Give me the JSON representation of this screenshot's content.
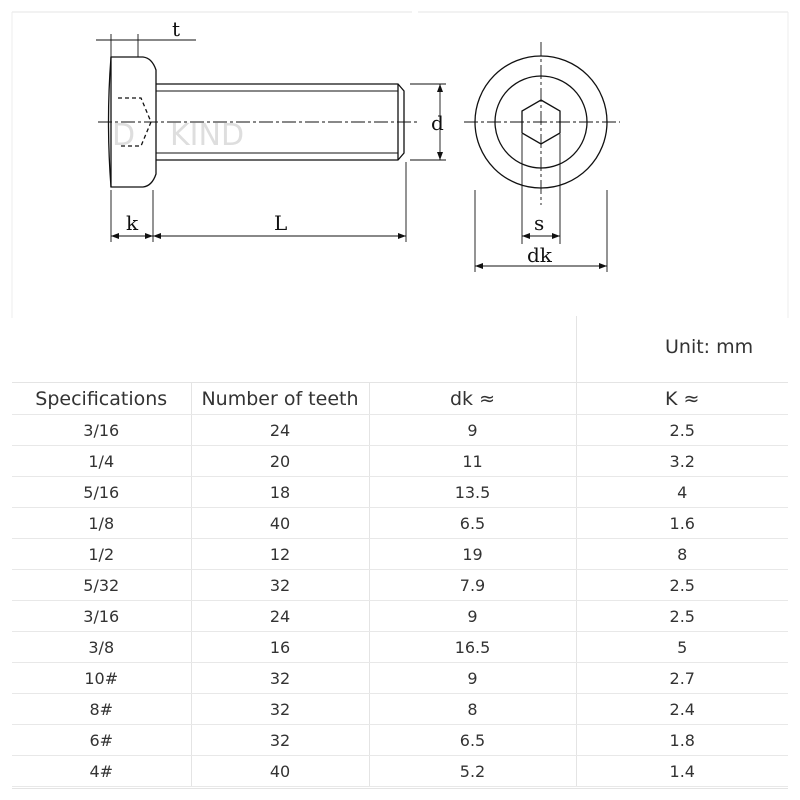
{
  "drawing": {
    "labels": {
      "t": "t",
      "d": "d",
      "k": "k",
      "L": "L",
      "s": "s",
      "dk": "dk"
    },
    "watermark": "KIND"
  },
  "table": {
    "unit": "Unit: mm",
    "headers": [
      "Specifications",
      "Number of teeth",
      "dk ≈",
      "K ≈"
    ],
    "rows": [
      [
        "3/16",
        "24",
        "9",
        "2.5"
      ],
      [
        "1/4",
        "20",
        "11",
        "3.2"
      ],
      [
        "5/16",
        "18",
        "13.5",
        "4"
      ],
      [
        "1/8",
        "40",
        "6.5",
        "1.6"
      ],
      [
        "1/2",
        "12",
        "19",
        "8"
      ],
      [
        "5/32",
        "32",
        "7.9",
        "2.5"
      ],
      [
        "3/16",
        "24",
        "9",
        "2.5"
      ],
      [
        "3/8",
        "16",
        "16.5",
        "5"
      ],
      [
        "10#",
        "32",
        "9",
        "2.7"
      ],
      [
        "8#",
        "32",
        "8",
        "2.4"
      ],
      [
        "6#",
        "32",
        "6.5",
        "1.8"
      ],
      [
        "4#",
        "40",
        "5.2",
        "1.4"
      ]
    ]
  }
}
